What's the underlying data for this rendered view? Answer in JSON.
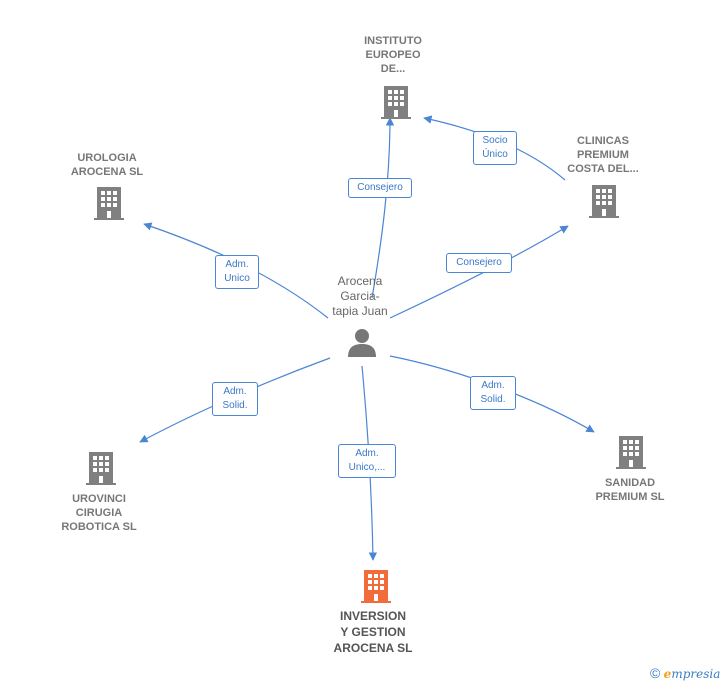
{
  "center": {
    "label": "Arocena\nGarcia-\ntapia Juan"
  },
  "companies": [
    {
      "id": "instituto",
      "label": "INSTITUTO\nEUROPEO\nDE...",
      "color": "#808080"
    },
    {
      "id": "clinicas",
      "label": "CLINICAS\nPREMIUM\nCOSTA DEL...",
      "color": "#808080"
    },
    {
      "id": "urologia",
      "label": "UROLOGIA\nAROCENA SL",
      "color": "#808080"
    },
    {
      "id": "sanidad",
      "label": "SANIDAD\nPREMIUM SL",
      "color": "#808080"
    },
    {
      "id": "urovinci",
      "label": "UROVINCI\nCIRUGIA\nROBOTICA  SL",
      "color": "#808080"
    },
    {
      "id": "inversion",
      "label": "INVERSION\nY GESTION\nAROCENA  SL",
      "color": "#f26b3a"
    }
  ],
  "edges": [
    {
      "id": "e-instituto",
      "label": "Consejero"
    },
    {
      "id": "e-clinicas-instituto",
      "label": "Socio\nÚnico"
    },
    {
      "id": "e-clinicas",
      "label": "Consejero"
    },
    {
      "id": "e-urologia",
      "label": "Adm.\nUnico"
    },
    {
      "id": "e-urovinci",
      "label": "Adm.\nSolid."
    },
    {
      "id": "e-sanidad",
      "label": "Adm.\nSolid."
    },
    {
      "id": "e-inversion",
      "label": "Adm.\nUnico,..."
    }
  ],
  "footer": {
    "copyright": "©",
    "brand_first": "e",
    "brand_rest": "mpresia"
  },
  "colors": {
    "edge": "#4a86d4",
    "node": "#808080",
    "highlight": "#f26b3a"
  }
}
